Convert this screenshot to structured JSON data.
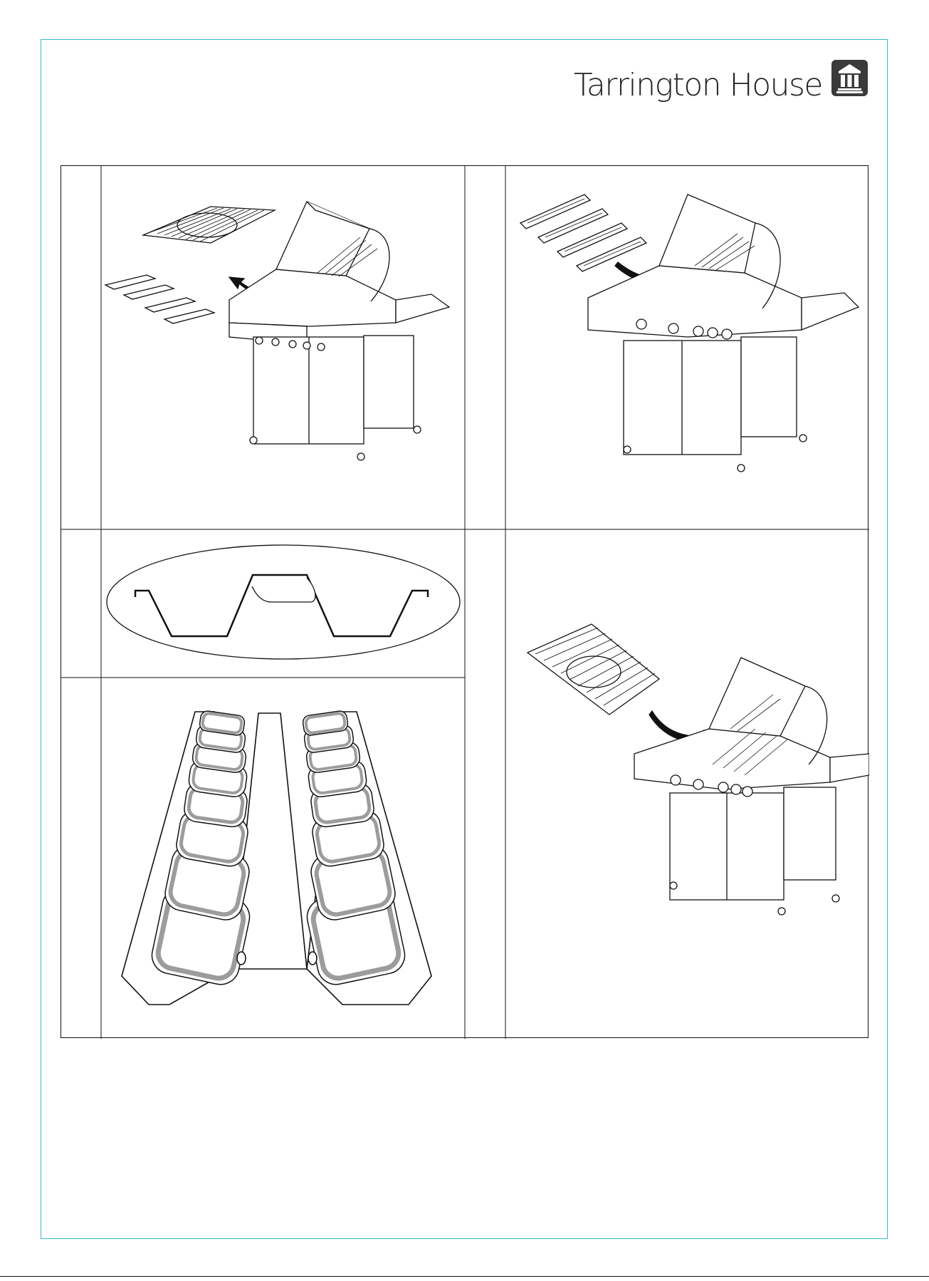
{
  "brand": {
    "name": "Tarrington House",
    "logo_icon": "house-logo-icon"
  },
  "steps": [
    {
      "figure": "remove-grates-and-heat-tents",
      "icon": "bbq-grill-disassembly-illustration"
    },
    {
      "figure": "insert-lava-stone-trays",
      "icon": "bbq-grill-assembly-illustration"
    },
    {
      "figure": "tray-cross-section",
      "icon": "tray-profile-illustration"
    },
    {
      "figure": "tray-with-stones-detail",
      "icon": "lava-stones-detail-illustration"
    },
    {
      "figure": "replace-cooking-grate",
      "icon": "bbq-grill-grate-illustration"
    }
  ],
  "colors": {
    "frame": "#35b6d8",
    "line": "#111111",
    "stone_outline": "#9c9c9c"
  }
}
